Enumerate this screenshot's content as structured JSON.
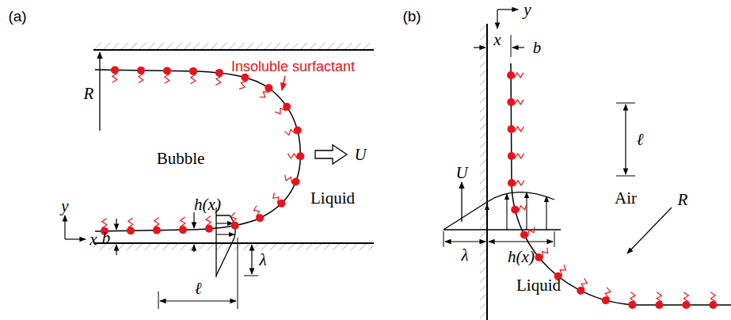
{
  "diagram": {
    "labels": [
      "(a)",
      "R",
      "Insoluble surfactant",
      "Bubble",
      "U",
      "Liquid",
      "b",
      "h(x)",
      "y",
      "x",
      "λ",
      "ℓ",
      "(b)",
      "x",
      "y",
      "b",
      "ℓ",
      "U",
      "Air",
      "λ",
      "h(x)",
      "R",
      "Liquid"
    ]
  }
}
